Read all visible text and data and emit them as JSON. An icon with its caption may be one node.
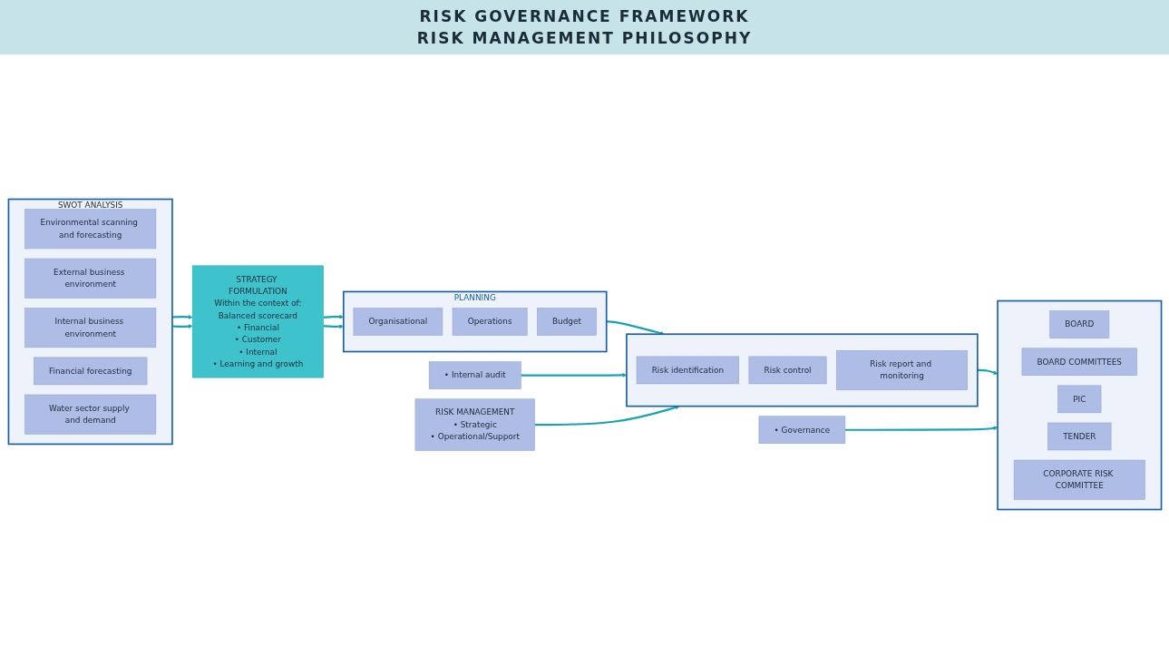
{
  "diagram": {
    "title": "RISK GOVERNANCE FRAMEWORK",
    "nodes": [
      {
        "text": [
          "SWOT ANALYSIS"
        ]
      },
      {
        "text": [
          "Environmental scanning and forecasting"
        ],
        "in": 0
      },
      {
        "text": [
          "External business environment"
        ],
        "in": 0
      },
      {
        "text": [
          "Internal business environment"
        ],
        "in": 0
      },
      {
        "text": [
          "Financial forecasting"
        ],
        "in": 0
      },
      {
        "text": [
          "Water sector supply and demand"
        ],
        "in": 0
      },
      {
        "text": [
          "STRATEGY FORMULATION",
          "Within the context of:",
          "Balanced scorecard",
          "• Financial",
          "• Customer",
          "• Internal",
          "• Learning and growth"
        ]
      },
      {
        "text": [
          "PLANNING"
        ]
      },
      {
        "text": [
          "Organisational"
        ],
        "in": 7
      },
      {
        "text": [
          "Operations"
        ],
        "in": 7
      },
      {
        "text": [
          "Budget"
        ],
        "in": 7
      },
      {
        "text": [],
        "shape": "box"
      },
      {
        "text": [
          "Risk identification"
        ],
        "in": 11
      },
      {
        "text": [
          "Risk control"
        ],
        "in": 11
      },
      {
        "text": [
          "Risk report and monitoring"
        ],
        "in": 11
      },
      {
        "text": [
          "• Internal audit"
        ]
      },
      {
        "text": [],
        "shape": "box"
      },
      {
        "text": [
          "BOARD"
        ],
        "in": 16
      },
      {
        "text": [
          "BOARD COMMITTEES"
        ],
        "in": 16
      },
      {
        "text": [
          "PIC"
        ],
        "in": 16
      },
      {
        "text": [
          "TENDER"
        ],
        "in": 16
      },
      {
        "text": [
          "CORPORATE RISK COMMITTEE"
        ],
        "in": 16
      },
      {
        "text": [
          "• Governance"
        ]
      },
      {
        "text": [
          "RISK MANAGEMENT",
          "• Strategic",
          "• Operational/Support"
        ]
      }
    ],
    "edges": [
      {
        "from": 0,
        "to": 6,
        "arrow": "to"
      },
      {
        "from": 0,
        "to": 6,
        "arrow": "to"
      },
      {
        "from": 6,
        "to": 7,
        "arrow": "to"
      },
      {
        "from": 6,
        "to": 7,
        "arrow": "to"
      },
      {
        "from": 7,
        "to": 11,
        "arrow": "to"
      },
      {
        "from": 15,
        "to": 11,
        "arrow": "to"
      },
      {
        "from": 23,
        "to": 11,
        "arrow": "to"
      },
      {
        "from": 11,
        "to": 16,
        "arrow": "to"
      },
      {
        "from": 22,
        "to": 16,
        "arrow": "to"
      }
    ],
    "labels": [
      "RISK MANAGEMENT PHILOSOPHY"
    ]
  }
}
